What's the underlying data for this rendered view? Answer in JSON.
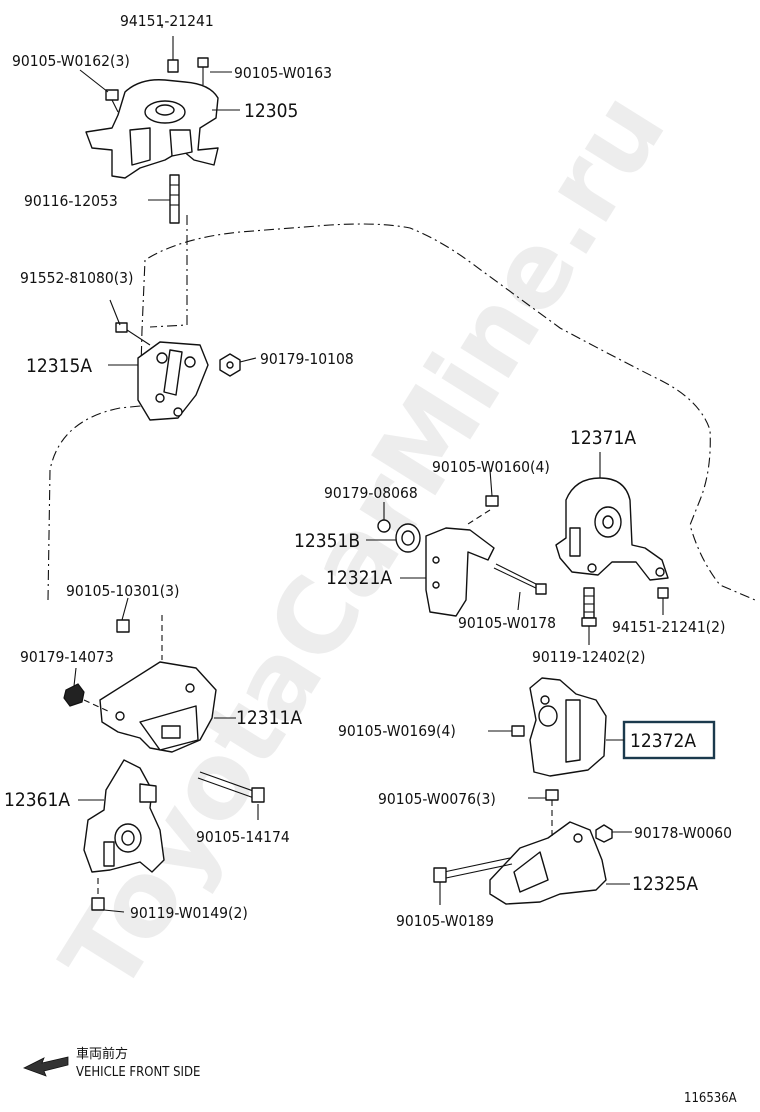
{
  "labels": {
    "p94151_21241_top": "94151-21241",
    "p90105_W0162": "90105-W0162(3)",
    "p90105_W0163": "90105-W0163",
    "p12305": "12305",
    "p90116_12053": "90116-12053",
    "p91552_81080": "91552-81080(3)",
    "p12315A": "12315A",
    "p90179_10108": "90179-10108",
    "p12371A": "12371A",
    "p90105_W0160": "90105-W0160(4)",
    "p90179_08068": "90179-08068",
    "p12351B": "12351B",
    "p12321A": "12321A",
    "p90105_W0178": "90105-W0178",
    "p94151_21241_2": "94151-21241(2)",
    "p90119_12402": "90119-12402(2)",
    "p90105_10301": "90105-10301(3)",
    "p90179_14073": "90179-14073",
    "p12311A": "12311A",
    "p90105_W0169": "90105-W0169(4)",
    "p12372A": "12372A",
    "p12361A": "12361A",
    "p90105_14174": "90105-14174",
    "p90105_W0076": "90105-W0076(3)",
    "p90178_W0060": "90178-W0060",
    "p12325A": "12325A",
    "p90119_W0149": "90119-W0149(2)",
    "p90105_W0189": "90105-W0189"
  },
  "legend": {
    "japanese": "車両前方",
    "english": "VEHICLE FRONT SIDE"
  },
  "figure_id": "116536A",
  "watermark": "ToyotaCarMine.ru",
  "highlight_color": "#1b3a4d"
}
